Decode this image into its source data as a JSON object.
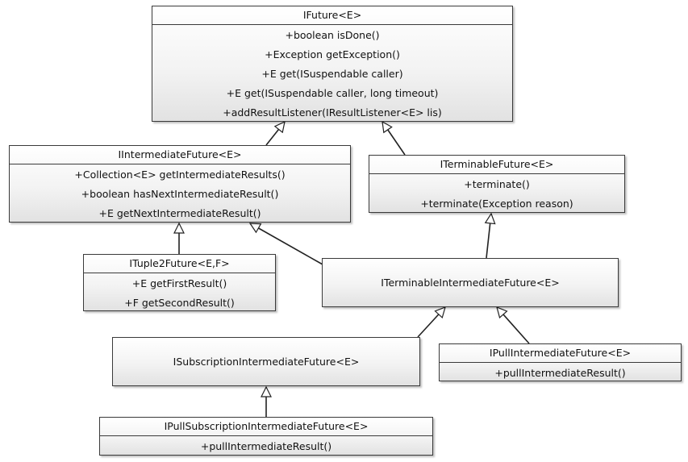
{
  "classes": {
    "ifuture": {
      "name": "IFuture<E>",
      "operations": [
        "+boolean isDone()",
        "+Exception getException()",
        "+E get(ISuspendable caller)",
        "+E get(ISuspendable caller, long timeout)",
        "+addResultListener(IResultListener<E> lis)"
      ]
    },
    "iintermediate": {
      "name": "IIntermediateFuture<E>",
      "operations": [
        "+Collection<E> getIntermediateResults()",
        "+boolean hasNextIntermediateResult()",
        "+E getNextIntermediateResult()"
      ]
    },
    "iterminable": {
      "name": "ITerminableFuture<E>",
      "operations": [
        "+terminate()",
        "+terminate(Exception reason)"
      ]
    },
    "ituple2": {
      "name": "ITuple2Future<E,F>",
      "operations": [
        "+E getFirstResult()",
        "+F getSecondResult()"
      ]
    },
    "iterminableintermediate": {
      "name": "ITerminableIntermediateFuture<E>"
    },
    "isubscription": {
      "name": "ISubscriptionIntermediateFuture<E>"
    },
    "ipull": {
      "name": "IPullIntermediateFuture<E>",
      "operations": [
        "+pullIntermediateResult()"
      ]
    },
    "ipullsubscription": {
      "name": "IPullSubscriptionIntermediateFuture<E>",
      "operations": [
        "+pullIntermediateResult()"
      ]
    }
  }
}
